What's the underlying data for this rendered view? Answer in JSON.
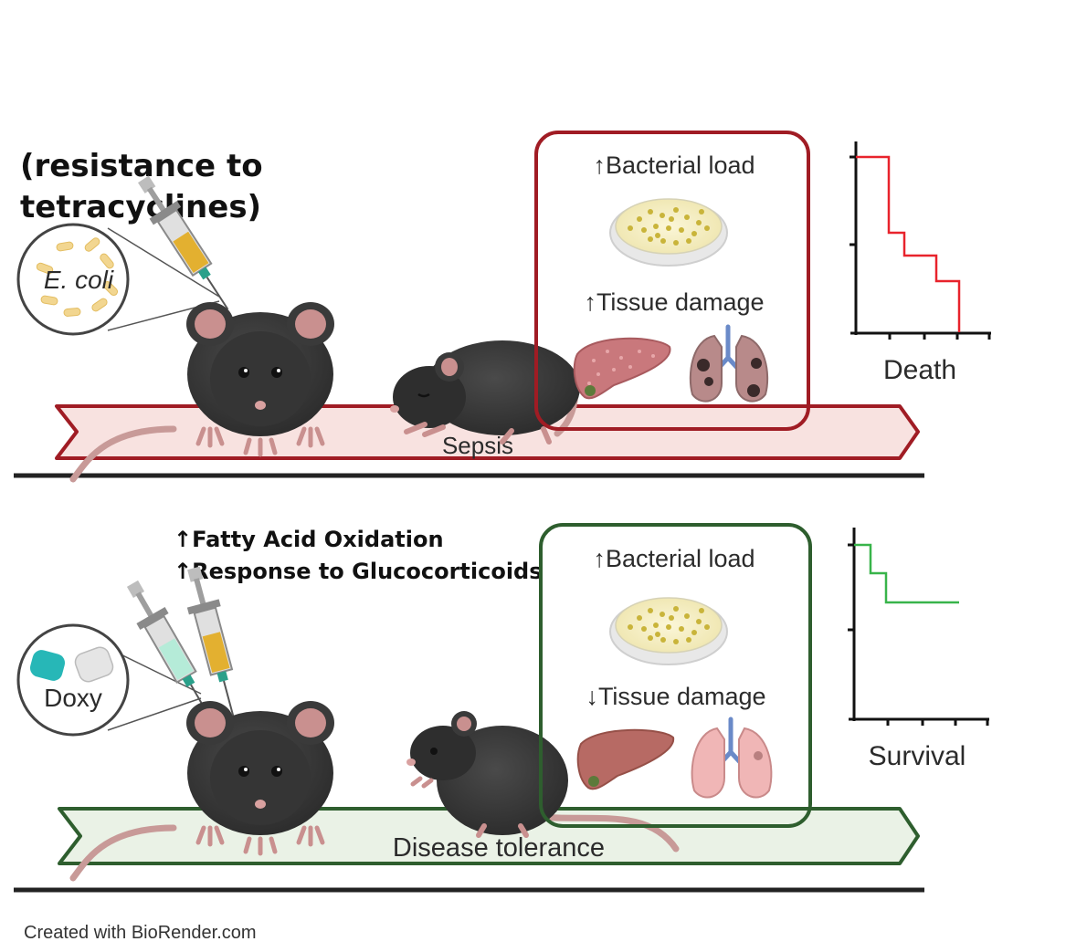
{
  "top": {
    "inset_label": "(resistance to tetracyclines)",
    "inset_label_line1": "(resistance to",
    "inset_label_line2": "tetracyclines)",
    "pathogen_label": "E. coli",
    "outcome_box": {
      "line1": "↑Bacterial load",
      "line2": "↑Tissue damage"
    },
    "arrow_label": "Sepsis",
    "curve_label": "Death",
    "colors": {
      "accent": "#a01c24",
      "curve": "#e8232c",
      "arrow_fill": "#f8e2e0"
    }
  },
  "bottom": {
    "annotation_line1": "↑Fatty Acid Oxidation",
    "annotation_line2": "↑Response to Glucocorticoids",
    "treatment_label": "Doxy",
    "outcome_box": {
      "line1": "↑Bacterial load",
      "line2": "↓Tissue damage"
    },
    "arrow_label": "Disease tolerance",
    "curve_label": "Survival",
    "colors": {
      "accent": "#2e5e2e",
      "curve": "#38b44a",
      "arrow_fill": "#eaf2e6"
    }
  },
  "footer": {
    "credit": "Created with BioRender.com"
  }
}
